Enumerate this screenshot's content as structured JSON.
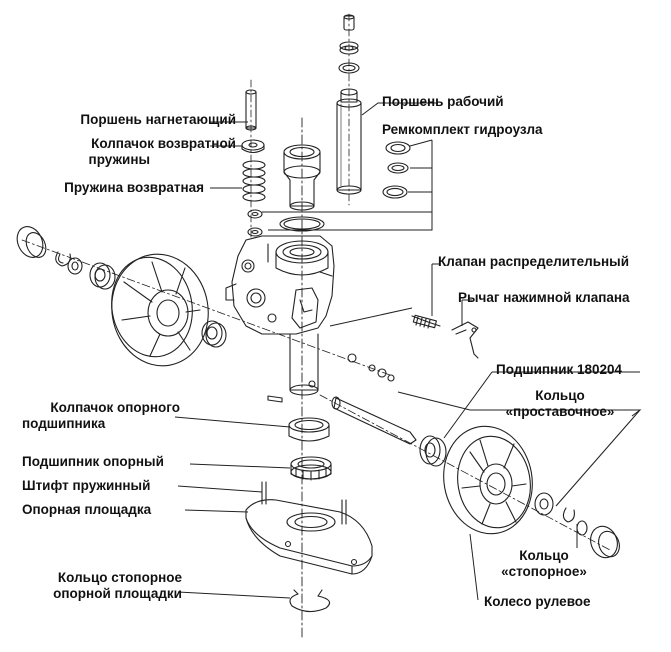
{
  "diagram": {
    "labels": {
      "porshen_nagnetayushchiy": "Поршень нагнетающий",
      "kolpachok_vozvratnoy_1": "Колпачок возвратной",
      "kolpachok_vozvratnoy_2": "пружины",
      "pruzhina_vozvratnaya": "Пружина возвратная",
      "porshen_rabochiy": "Поршень рабочий",
      "remkomplekt": "Ремкомплект гидроузла",
      "klapan": "Клапан распределительный",
      "rychag": "Рычаг нажимной клапана",
      "podshipnik_180204": "Подшипник 180204",
      "koltso_prostav_1": "Кольцо",
      "koltso_prostav_2": "«проставочное»",
      "kolpachok_opornogo_1": "Колпачок опорного",
      "kolpachok_opornogo_2": "подшипника",
      "podshipnik_oporny": "Подшипник опорный",
      "shtift": "Штифт пружинный",
      "opornaya_ploshchadka": "Опорная площадка",
      "koltso_stopornoe_1": "Кольцо",
      "koltso_stopornoe_2": "«стопорное»",
      "koleso_rulevoe": "Колесо рулевое",
      "koltso_stopornoe_opornoy_1": "Кольцо стопорное",
      "koltso_stopornoe_opornoy_2": "опорной площадки"
    }
  }
}
